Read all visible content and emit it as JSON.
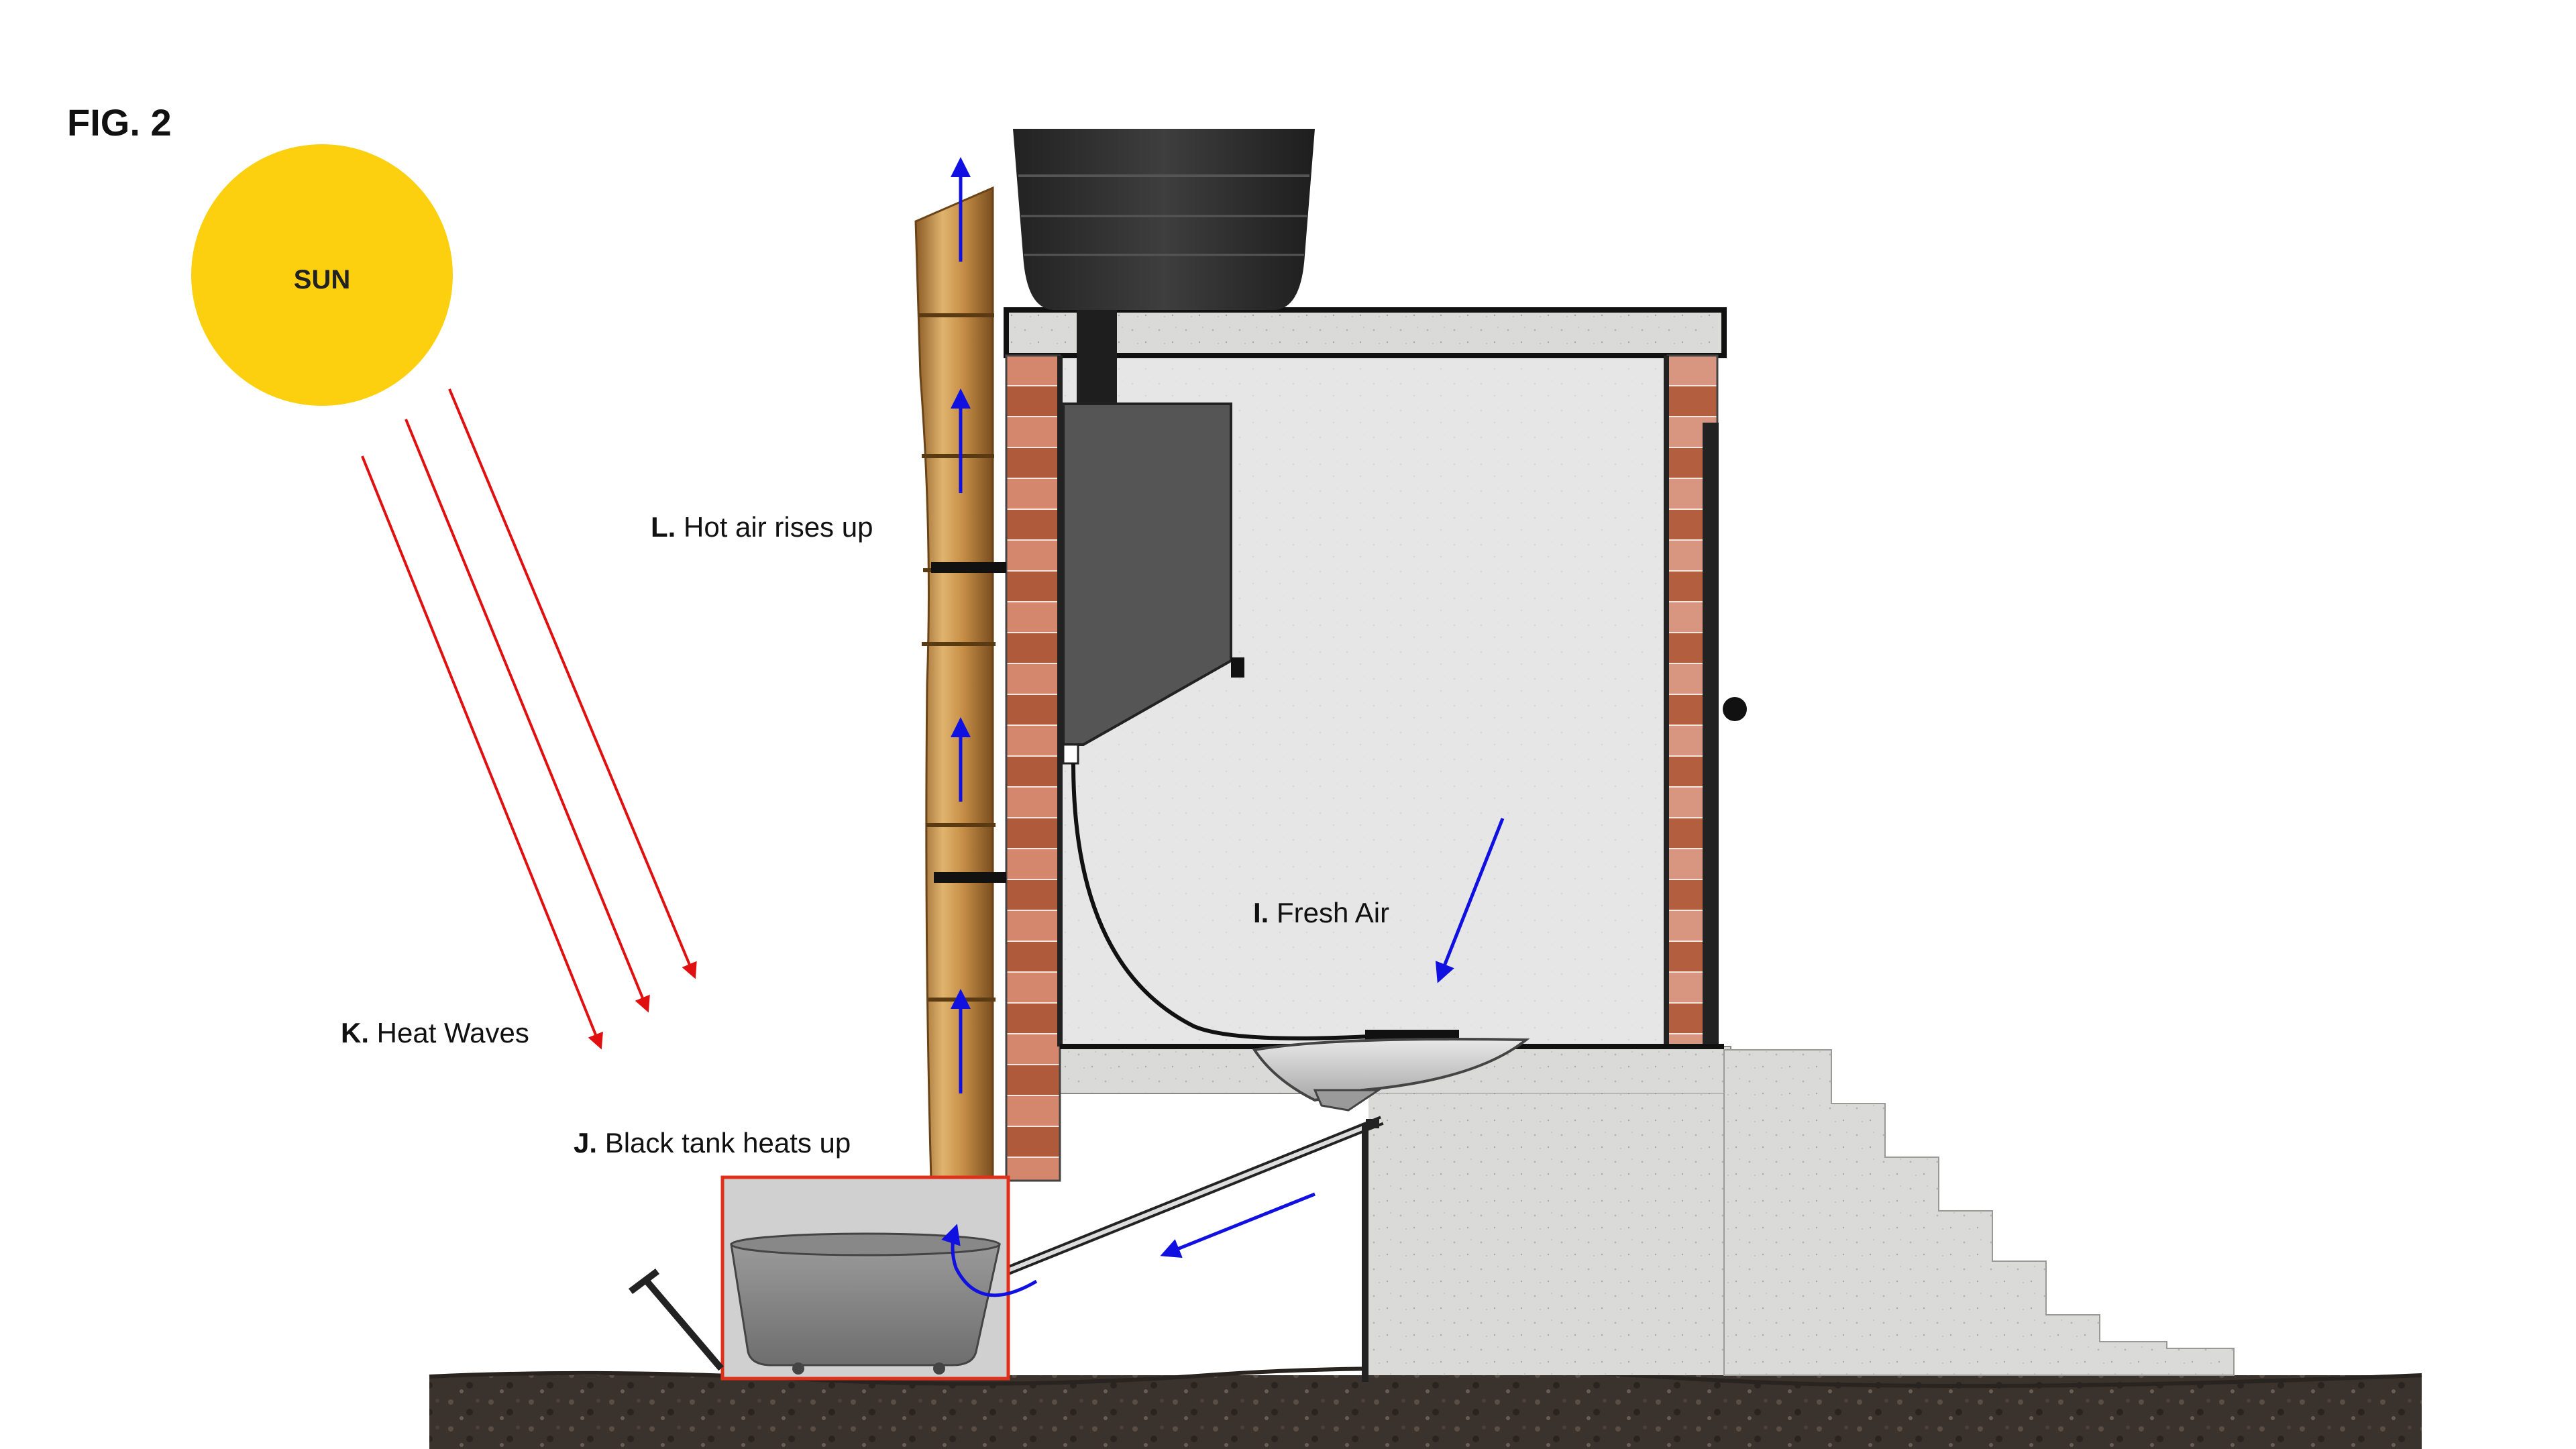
{
  "figure": {
    "title": "FIG. 2"
  },
  "sun": {
    "label": "SUN",
    "color": "#FCD00E"
  },
  "labels": {
    "hot_air": {
      "letter": "L.",
      "text": "Hot air rises up"
    },
    "fresh_air": {
      "letter": "I.",
      "text": "Fresh Air"
    },
    "heat_waves": {
      "letter": "K.",
      "text": "Heat Waves"
    },
    "black_tank": {
      "letter": "J.",
      "text": "Black tank heats up"
    }
  },
  "colors": {
    "airflow_arrow": "#1010E0",
    "heat_arrow": "#E01010",
    "brick": "#C06A4E",
    "bamboo": "#C8954A",
    "tank": "#2E2E2E",
    "ground": "#3A322C",
    "concrete": "#D8D8D6",
    "highlight_box": "#E0301A"
  },
  "icons": [
    "sun-icon",
    "bamboo-vent-pipe",
    "water-tank-icon",
    "brick-wall",
    "cistern-icon",
    "toilet-pan-icon",
    "black-tank-icon",
    "staircase",
    "ground-soil"
  ]
}
